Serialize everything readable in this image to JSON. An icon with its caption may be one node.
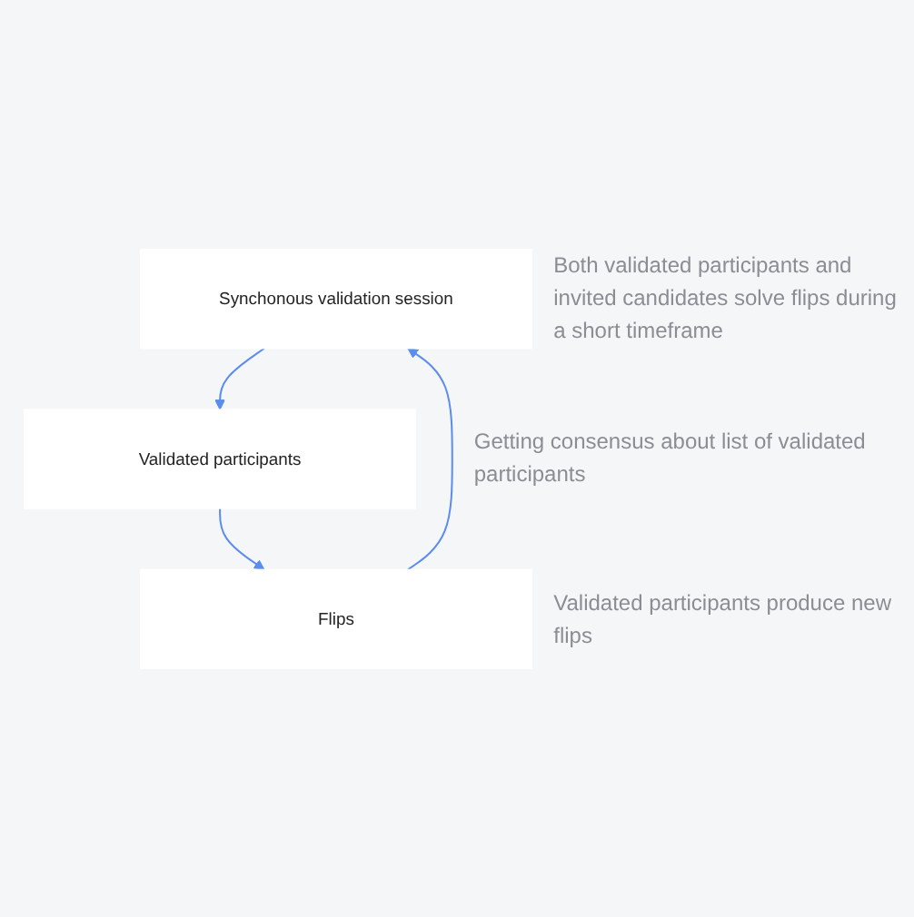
{
  "diagram": {
    "nodes": [
      {
        "text": [
          "Synchonous validation session"
        ],
        "beside": [
          "Both validated participants and invited candidates solve flips during a short timeframe"
        ]
      },
      {
        "text": [
          "Validated participants"
        ],
        "beside": [
          "Getting consensus about list of validated participants"
        ]
      },
      {
        "text": [
          "Flips"
        ],
        "beside": [
          "Validated participants produce new flips"
        ]
      }
    ],
    "edges": [
      {
        "from": 0,
        "to": 1,
        "arrow": "to"
      },
      {
        "from": 1,
        "to": 2,
        "arrow": "to"
      },
      {
        "from": 2,
        "to": 0,
        "arrow": "to"
      }
    ]
  }
}
